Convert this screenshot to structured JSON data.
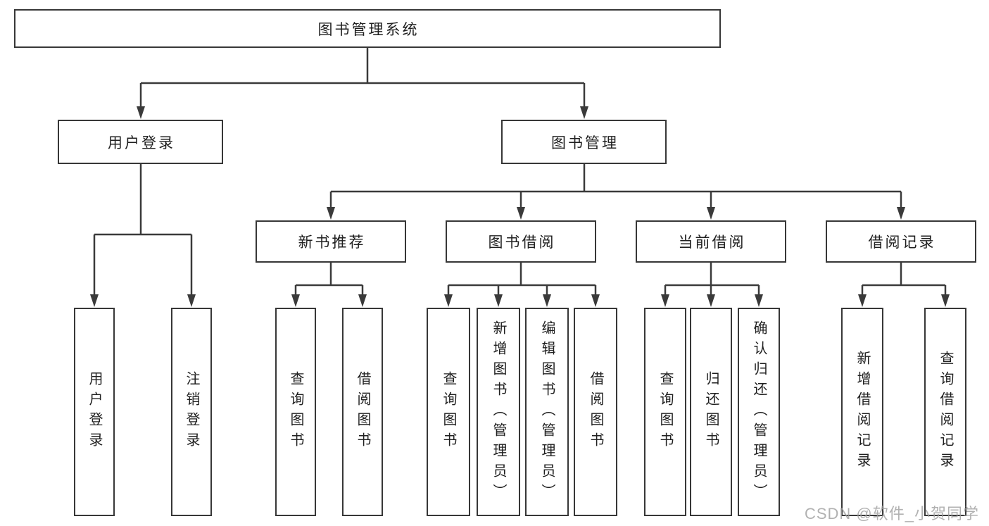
{
  "watermark": "CSDN @软件_小贺同学",
  "colors": {
    "line": "#3a3a3a",
    "box_border": "#373737",
    "text": "#1f1f1f",
    "watermark": "#9e9e9e",
    "background": "#ffffff"
  },
  "diagram_type": "hierarchy-tree",
  "tree": {
    "root": {
      "label": "图书管理系统"
    },
    "branches": [
      {
        "label": "用户登录",
        "children": [
          {
            "label": "用户登录"
          },
          {
            "label": "注销登录"
          }
        ]
      },
      {
        "label": "图书管理",
        "children": [
          {
            "label": "新书推荐",
            "children": [
              {
                "label": "查询图书"
              },
              {
                "label": "借阅图书"
              }
            ]
          },
          {
            "label": "图书借阅",
            "children": [
              {
                "label": "查询图书"
              },
              {
                "label": "新增图书（管理员）"
              },
              {
                "label": "编辑图书（管理员）"
              },
              {
                "label": "借阅图书"
              }
            ]
          },
          {
            "label": "当前借阅",
            "children": [
              {
                "label": "查询图书"
              },
              {
                "label": "归还图书"
              },
              {
                "label": "确认归还（管理员）"
              }
            ]
          },
          {
            "label": "借阅记录",
            "children": [
              {
                "label": "新增借阅记录"
              },
              {
                "label": "查询借阅记录"
              }
            ]
          }
        ]
      }
    ]
  }
}
